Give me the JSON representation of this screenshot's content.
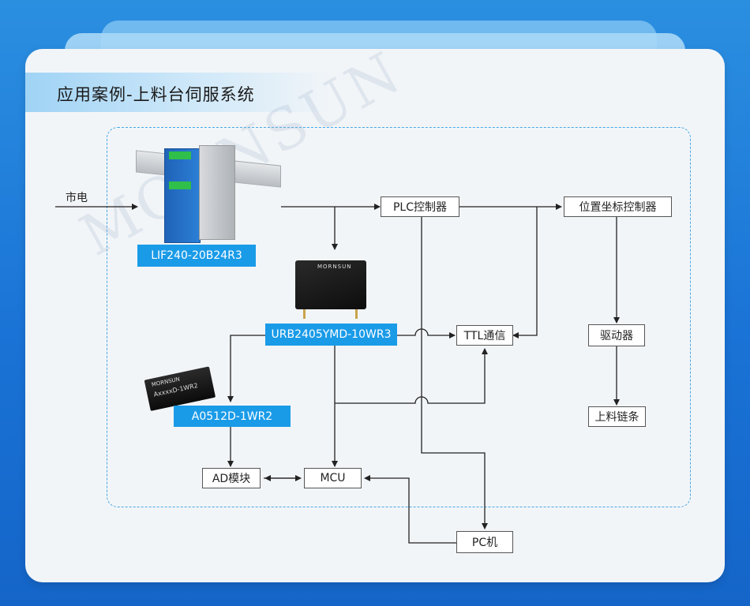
{
  "section": {
    "title": "应用案例-上料台伺服系统"
  },
  "watermark": "MORNSUN",
  "diagram": {
    "input_label": "市电",
    "nodes": {
      "plc": "PLC控制器",
      "position_controller": "位置坐标控制器",
      "ttl": "TTL通信",
      "driver": "驱动器",
      "chain": "上料链条",
      "ad": "AD模块",
      "mcu": "MCU",
      "pc": "PC机"
    },
    "products": {
      "lif": "LIF240-20B24R3",
      "urb": "URB2405YMD-10WR3",
      "a05": "A0512D-1WR2"
    },
    "product_prints": {
      "urb_brand": "MORNSUN",
      "a05_brand": "MORNSUN",
      "a05_model": "AxxxxD-1WR2"
    }
  },
  "colors": {
    "accent_blue": "#1a9be8",
    "frame_dash": "#46a8e6",
    "page_bg": "#1a73d6"
  }
}
